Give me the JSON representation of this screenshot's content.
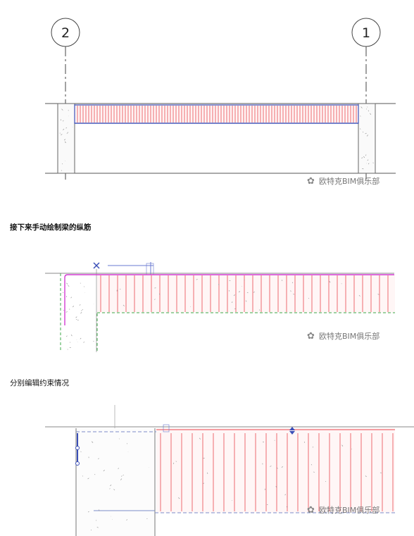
{
  "figure1": {
    "grid_labels": [
      "2",
      "1"
    ],
    "watermark": "欧特克BIM俱乐部"
  },
  "caption1": "接下来手动绘制梁的纵筋",
  "figure2": {
    "watermark": "欧特克BIM俱乐部"
  },
  "caption2": "分别编辑约束情况",
  "figure3": {
    "watermark": "欧特克BIM俱乐部"
  },
  "colors": {
    "rebar": "#e8474f",
    "beam_outline": "#3b4fb8",
    "magenta": "#d23cd2",
    "green_dash": "#3ea94a",
    "concrete_line": "#555555"
  }
}
